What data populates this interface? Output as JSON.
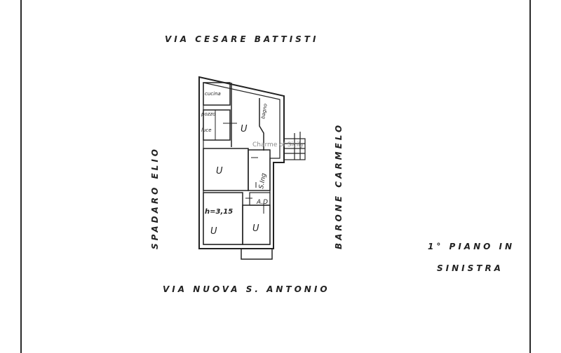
{
  "streets": {
    "north": "VIA CESARE BATTISTI",
    "south": "VIA NUOVA S. ANTONIO",
    "west": "SPADARO ELIO",
    "east": "BARONE CARMELO"
  },
  "floor_note": {
    "line1": "1° PIANO IN",
    "line2": "SINISTRA"
  },
  "rooms": {
    "kitchen": "cucina",
    "light_well_1": "pozzo",
    "light_well_2": "luce",
    "bathroom": "bagno",
    "room_u1": "U",
    "room_u2": "U",
    "room_u3": "U",
    "room_u4": "U",
    "entrance": "S.Ing",
    "closet": "A.D",
    "height": "h=3,15"
  },
  "watermark": "Charme of Sicily"
}
